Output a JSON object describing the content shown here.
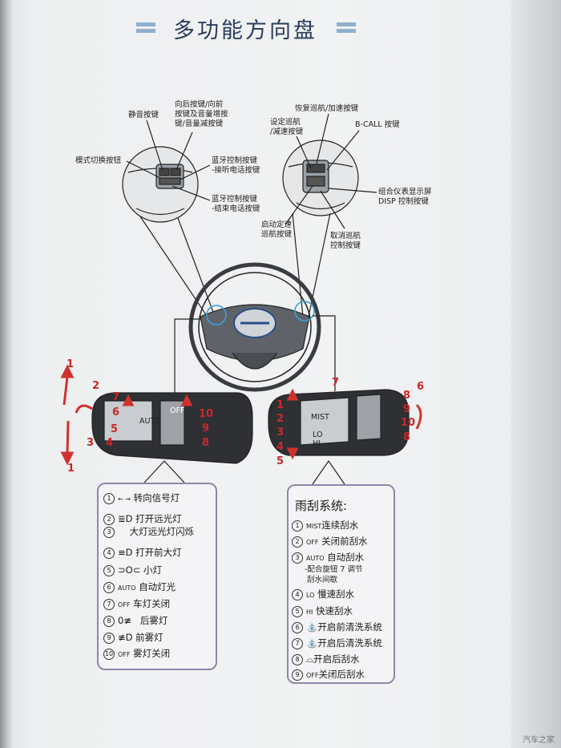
{
  "title": "多功能方向盘",
  "left_callouts": {
    "mute": "静音按键",
    "back_vol": "向后按键/向前\n按键及音量增按\n键/音量减按键",
    "mode": "模式切换按钮",
    "bt_answer": "蓝牙控制按键\n-接听电话按键",
    "bt_end": "蓝牙控制按键\n-结束电话按键"
  },
  "right_callouts": {
    "resume": "恢复巡航/加速按键",
    "set": "设定巡航\n/减速按键",
    "bcall": "B-CALL 按键",
    "disp": "组合仪表显示屏\nDISP 控制按键",
    "start": "启动定速\n巡航按键",
    "cancel": "取消巡航\n控制按键"
  },
  "lever_marks": {
    "off": "OFF",
    "auto": "AUTO",
    "mist": "MIST",
    "lo": "LO",
    "hi": "HI",
    "left_numbers": [
      "1",
      "2",
      "7",
      "6",
      "5",
      "4",
      "3",
      "1",
      "10",
      "9",
      "8"
    ],
    "right_numbers": [
      "1",
      "2",
      "3",
      "4",
      "5",
      "7",
      "8",
      "9",
      "10",
      "8",
      "6"
    ]
  },
  "lights": {
    "items": [
      {
        "n": "1",
        "sym": "← →",
        "text": "转向信号灯"
      },
      {
        "n": "2",
        "sym": "",
        "text": "打开远光灯"
      },
      {
        "n": "3",
        "sym": "",
        "text": "大灯远光灯闪烁"
      },
      {
        "n": "4",
        "sym": "",
        "text": "打开前大灯"
      },
      {
        "n": "5",
        "sym": "",
        "text": "小灯"
      },
      {
        "n": "6",
        "sym": "AUTO",
        "text": "自动灯光"
      },
      {
        "n": "7",
        "sym": "OFF",
        "text": "车灯关闭"
      },
      {
        "n": "8",
        "sym": "",
        "text": "后雾灯"
      },
      {
        "n": "9",
        "sym": "",
        "text": "前雾灯"
      },
      {
        "n": "10",
        "sym": "OFF",
        "text": "雾灯关闭"
      }
    ]
  },
  "wipers": {
    "heading": "雨刮系统:",
    "items": [
      {
        "n": "1",
        "sym": "MIST",
        "text": "连续刮水"
      },
      {
        "n": "2",
        "sym": "OFF",
        "text": "关闭前刮水"
      },
      {
        "n": "3",
        "sym": "AUTO",
        "text": "自动刮水"
      },
      {
        "n": "4",
        "sym": "LO",
        "text": "慢速刮水"
      },
      {
        "n": "5",
        "sym": "HI",
        "text": "快速刮水"
      },
      {
        "n": "6",
        "sym": "",
        "text": "开启前清洗系统"
      },
      {
        "n": "7",
        "sym": "",
        "text": "开启后清洗系统"
      },
      {
        "n": "8",
        "sym": "",
        "text": "开启后刮水"
      },
      {
        "n": "9",
        "sym": "OFF",
        "text": "关闭后刮水"
      }
    ],
    "note": "-配合旋钮 7 调节\n 刮水间歇"
  },
  "colors": {
    "accent_red": "#c9282a",
    "title_blue": "#2b3d5e",
    "box_border": "#8d88a5",
    "deco": "#8fb0cf"
  },
  "watermark": "汽车之家"
}
